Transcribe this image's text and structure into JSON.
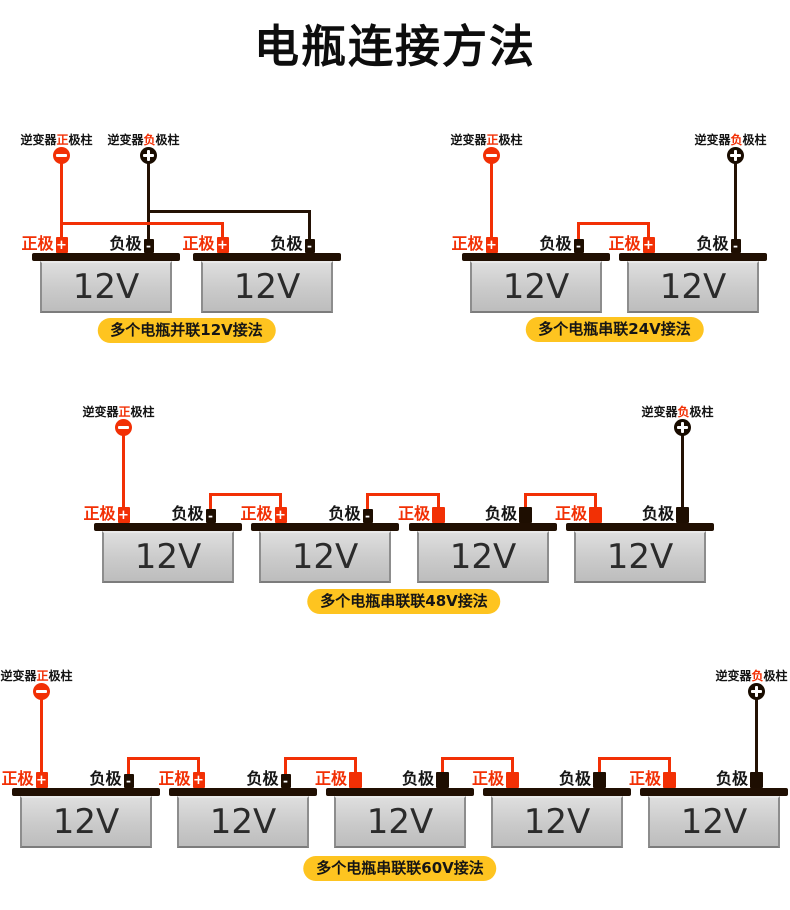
{
  "title": "电瓶连接方法",
  "colors": {
    "red": "#f23005",
    "wire_black": "#231104",
    "lid_black": "#200f02",
    "caption_yellow": "#fec420",
    "battery_gray": "#cacaca",
    "terminal_red": "#f23005",
    "terminal_black": "#1e0e01"
  },
  "icons": {
    "inverter_positive_post": "red-circle-minus-slot",
    "inverter_negative_post": "black-circle-cross-slot"
  },
  "labels": {
    "inverter_positive": {
      "prefix": "逆变器",
      "highlight": "正",
      "suffix": "极柱"
    },
    "inverter_negative": {
      "prefix": "逆变器",
      "highlight": "负",
      "suffix": "极柱"
    },
    "positive_terminal": "正极",
    "negative_terminal": "负极",
    "plus_symbol": "+",
    "minus_symbol": "-"
  },
  "sections": [
    {
      "id": "parallel-12v",
      "caption": "多个电瓶并联12V接法",
      "connection": "parallel",
      "batteries": [
        "12V",
        "12V"
      ]
    },
    {
      "id": "series-24v",
      "caption": "多个电瓶串联24V接法",
      "connection": "series",
      "batteries": [
        "12V",
        "12V"
      ]
    },
    {
      "id": "series-48v",
      "caption": "多个电瓶串联联48V接法",
      "connection": "series",
      "batteries": [
        "12V",
        "12V",
        "12V",
        "12V"
      ]
    },
    {
      "id": "series-60v",
      "caption": "多个电瓶串联联60V接法",
      "connection": "series",
      "batteries": [
        "12V",
        "12V",
        "12V",
        "12V",
        "12V"
      ]
    }
  ]
}
